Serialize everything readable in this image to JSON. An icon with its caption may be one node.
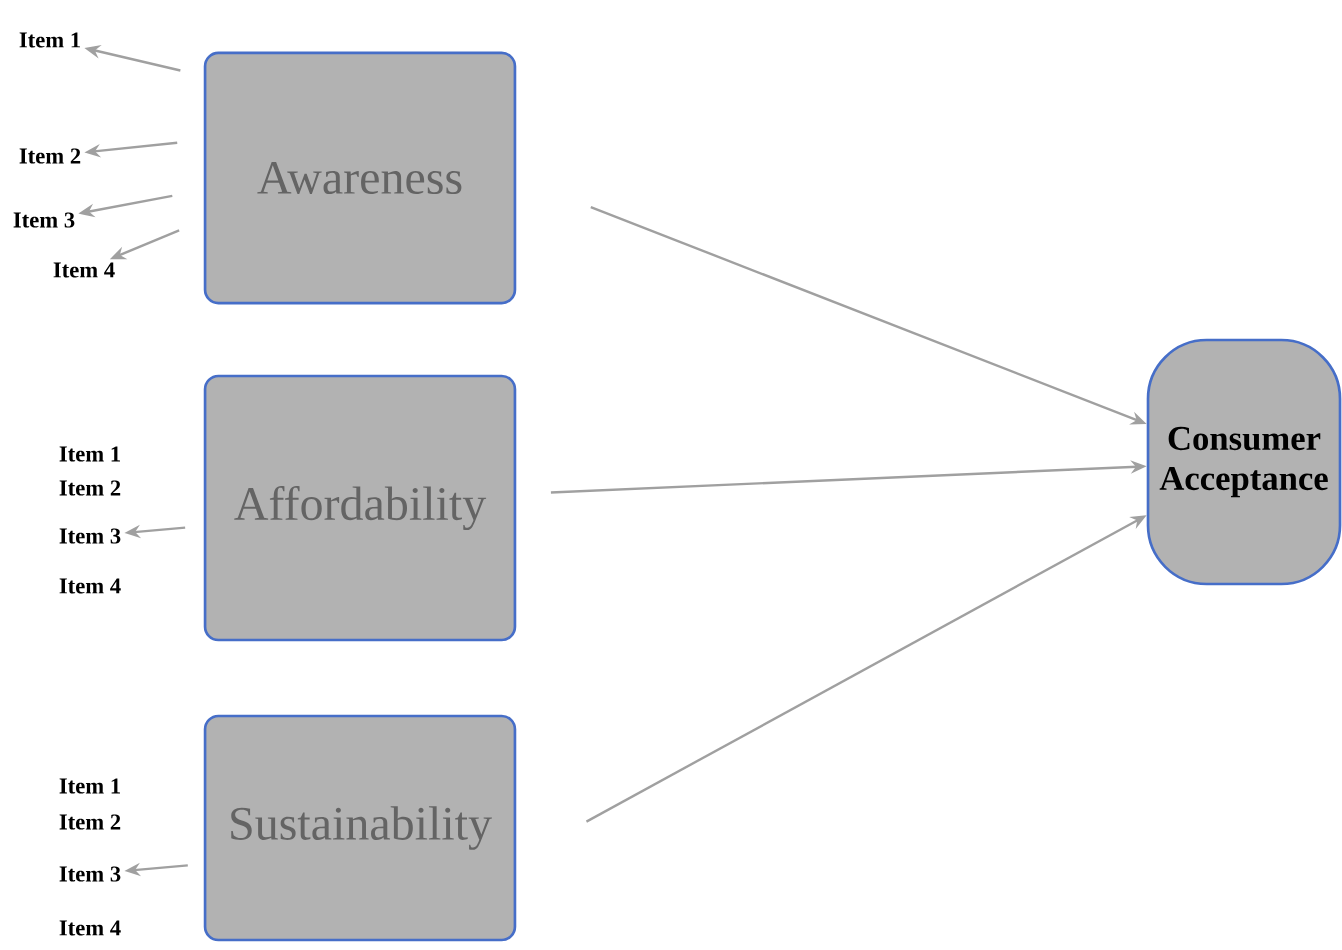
{
  "diagram": {
    "nodes": [
      {
        "text": [
          "Awareness"
        ]
      },
      {
        "text": [
          "Item 1"
        ]
      },
      {
        "text": [
          "Item 2"
        ]
      },
      {
        "text": [
          "Item 3"
        ]
      },
      {
        "text": [
          "Item 4"
        ]
      },
      {
        "text": [
          "Affordability"
        ]
      },
      {
        "text": [
          "Item 3"
        ]
      },
      {
        "text": [
          "Sustainability"
        ]
      },
      {
        "text": [
          "Item 3"
        ]
      },
      {
        "text": [
          "Consumer Acceptance"
        ]
      }
    ],
    "edges": [
      {
        "from": 0,
        "to": 1,
        "arrow": "to"
      },
      {
        "from": 0,
        "to": 2,
        "arrow": "to"
      },
      {
        "from": 0,
        "to": 3,
        "arrow": "to"
      },
      {
        "from": 0,
        "to": 4,
        "arrow": "to"
      },
      {
        "from": 0,
        "to": 9,
        "arrow": "to"
      },
      {
        "from": 5,
        "to": 9,
        "arrow": "to"
      },
      {
        "from": 7,
        "to": 9,
        "arrow": "to"
      },
      {
        "from": 5,
        "to": 6,
        "arrow": "to"
      },
      {
        "from": 7,
        "to": 8,
        "arrow": "to"
      }
    ],
    "labels": [
      "Item 1",
      "Item 2",
      "Item 4",
      "Item 1",
      "Item 2",
      "Item 4"
    ]
  }
}
